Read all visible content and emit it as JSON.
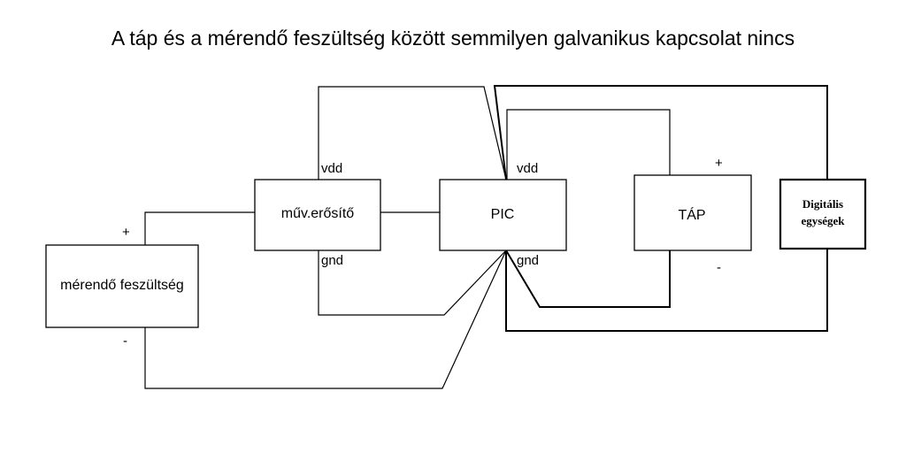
{
  "title": "A táp és a mérendő feszültség között semmilyen galvanikus kapcsolat nincs",
  "blocks": {
    "amp": "műv.erősítő",
    "pic": "PIC",
    "tap": "TÁP",
    "meas": "mérendő feszültség",
    "digital_line1": "Digitális",
    "digital_line2": "egységek"
  },
  "pins": {
    "amp_vdd": "vdd",
    "amp_gnd": "gnd",
    "pic_vdd": "vdd",
    "pic_gnd": "gnd",
    "tap_plus": "+",
    "tap_minus": "-",
    "meas_plus": "+",
    "meas_minus": "-"
  }
}
